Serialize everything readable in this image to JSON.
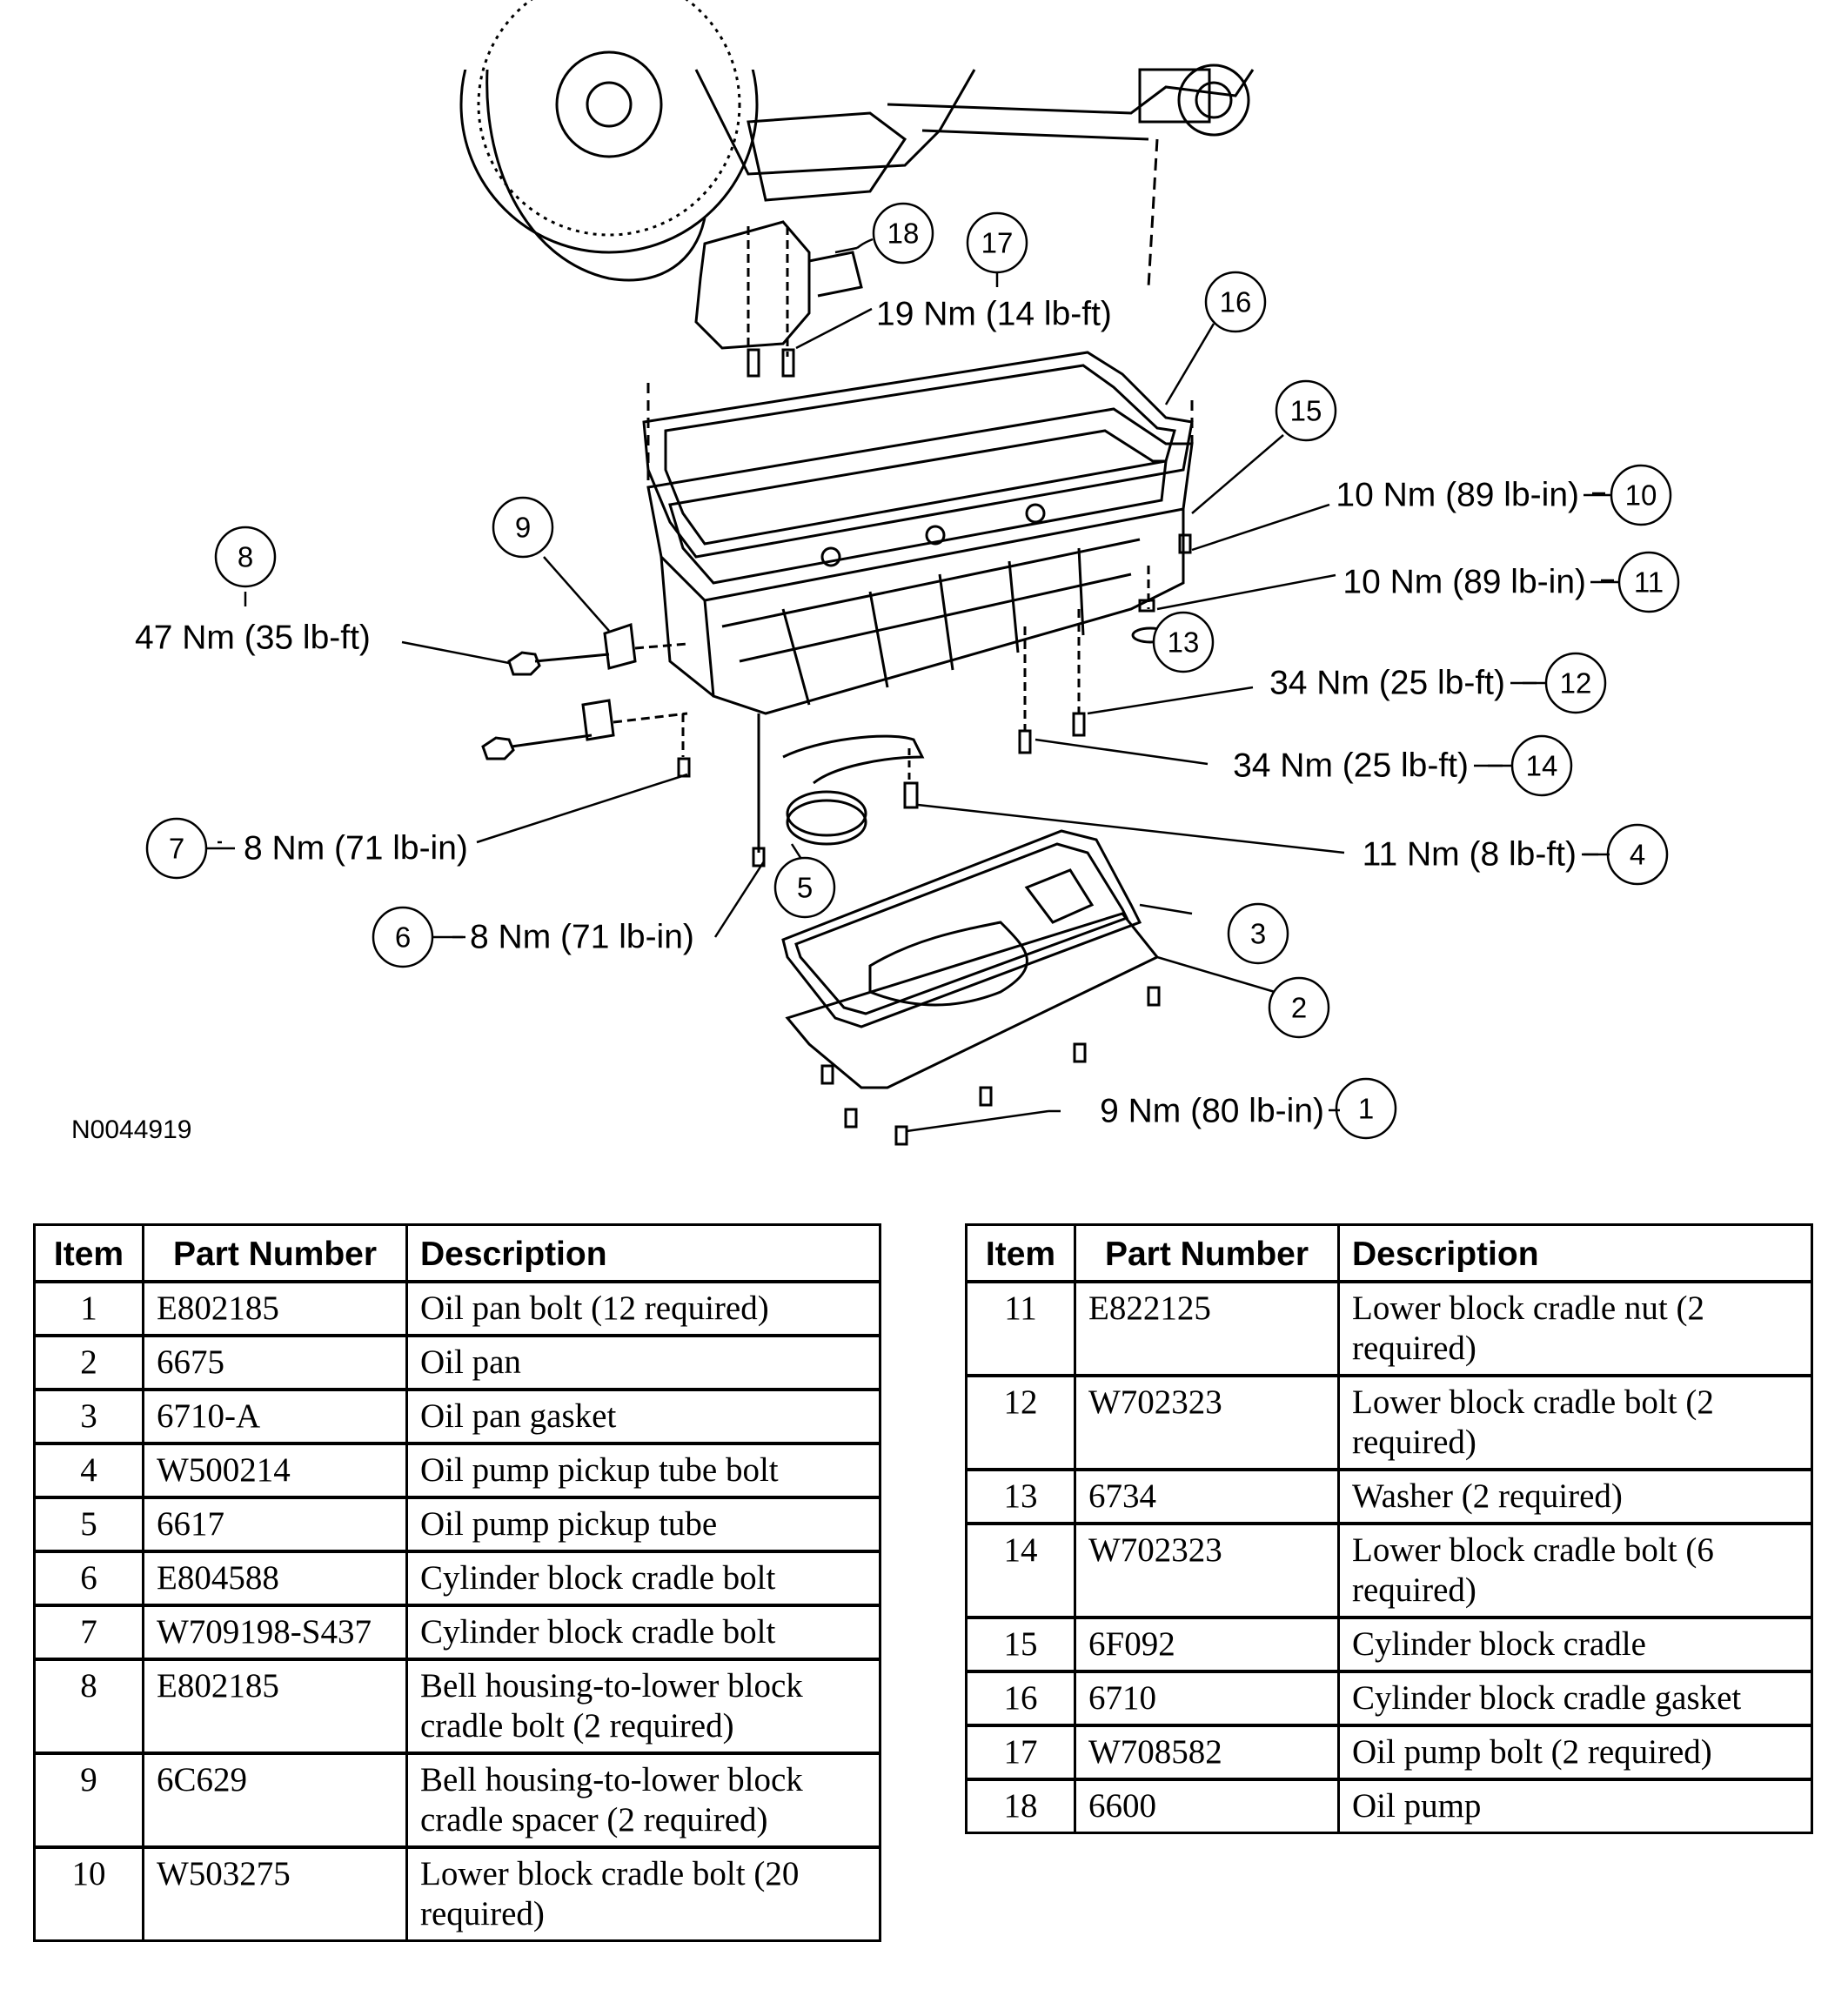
{
  "figure_id": "N0044919",
  "callouts": [
    {
      "num": "1",
      "torque": "9 Nm (80 lb-in)"
    },
    {
      "num": "2",
      "torque": ""
    },
    {
      "num": "3",
      "torque": ""
    },
    {
      "num": "4",
      "torque": "11 Nm (8 lb-ft)"
    },
    {
      "num": "5",
      "torque": ""
    },
    {
      "num": "6",
      "torque": "8 Nm (71 lb-in)"
    },
    {
      "num": "7",
      "torque": "8 Nm (71 lb-in)"
    },
    {
      "num": "8",
      "torque": "47 Nm (35 lb-ft)"
    },
    {
      "num": "9",
      "torque": ""
    },
    {
      "num": "10",
      "torque": "10 Nm (89 lb-in)"
    },
    {
      "num": "11",
      "torque": "10 Nm (89 lb-in)"
    },
    {
      "num": "12",
      "torque": "34 Nm (25 lb-ft)"
    },
    {
      "num": "13",
      "torque": ""
    },
    {
      "num": "14",
      "torque": "34 Nm (25 lb-ft)"
    },
    {
      "num": "15",
      "torque": ""
    },
    {
      "num": "16",
      "torque": ""
    },
    {
      "num": "17",
      "torque": "19 Nm (14 lb-ft)"
    },
    {
      "num": "18",
      "torque": ""
    }
  ],
  "table": {
    "headers": [
      "Item",
      "Part Number",
      "Description"
    ],
    "rows": [
      {
        "item": "1",
        "part": "E802185",
        "desc": "Oil pan bolt (12 required)"
      },
      {
        "item": "2",
        "part": "6675",
        "desc": "Oil pan"
      },
      {
        "item": "3",
        "part": "6710-A",
        "desc": "Oil pan gasket"
      },
      {
        "item": "4",
        "part": "W500214",
        "desc": "Oil pump pickup tube bolt"
      },
      {
        "item": "5",
        "part": "6617",
        "desc": "Oil pump pickup tube"
      },
      {
        "item": "6",
        "part": "E804588",
        "desc": "Cylinder block cradle bolt"
      },
      {
        "item": "7",
        "part": "W709198-S437",
        "desc": "Cylinder block cradle bolt"
      },
      {
        "item": "8",
        "part": "E802185",
        "desc": "Bell housing-to-lower block cradle bolt (2 required)"
      },
      {
        "item": "9",
        "part": "6C629",
        "desc": "Bell housing-to-lower block cradle spacer (2 required)"
      },
      {
        "item": "10",
        "part": "W503275",
        "desc": "Lower block cradle bolt (20 required)"
      },
      {
        "item": "11",
        "part": "E822125",
        "desc": "Lower block cradle nut (2 required)"
      },
      {
        "item": "12",
        "part": "W702323",
        "desc": "Lower block cradle bolt (2 required)"
      },
      {
        "item": "13",
        "part": "6734",
        "desc": "Washer (2 required)"
      },
      {
        "item": "14",
        "part": "W702323",
        "desc": "Lower block cradle bolt (6 required)"
      },
      {
        "item": "15",
        "part": "6F092",
        "desc": "Cylinder block cradle"
      },
      {
        "item": "16",
        "part": "6710",
        "desc": "Cylinder block cradle gasket"
      },
      {
        "item": "17",
        "part": "W708582",
        "desc": "Oil pump bolt (2 required)"
      },
      {
        "item": "18",
        "part": "6600",
        "desc": "Oil pump"
      }
    ]
  }
}
